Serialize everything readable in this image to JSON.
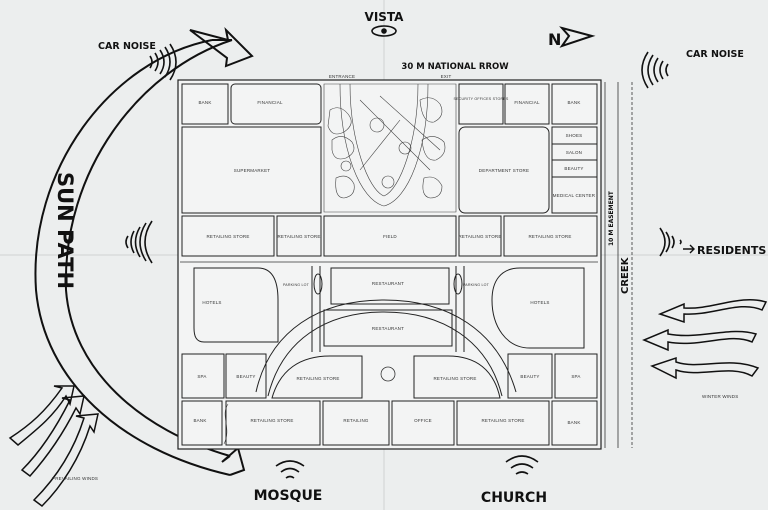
{
  "labels": {
    "vista": "VISTA",
    "north": "N",
    "car_noise_left": "CAR NOISE",
    "car_noise_right": "CAR NOISE",
    "road_north": "30 M NATIONAL RROW",
    "road_east": "10 M EASEMENT",
    "creek": "CREEK",
    "sun_path": "SUN PATH",
    "residents": "RESIDENTS",
    "mosque": "MOSQUE",
    "church": "CHURCH",
    "prevailing_winds": "PREVAILING WINDS",
    "winter_winds": "WINTER WINDS",
    "entrance": "ENTRANCE",
    "exit": "EXIT"
  },
  "blocks": {
    "bank_nw": "BANK",
    "financial_nw": "FINANCIAL",
    "supermarket": "SUPERMARKET",
    "retailing_w": "RETAILING STORE",
    "retailing_w2": "RETAILING STORE",
    "field": "FIELD",
    "security": "SECURITY OFFICES STORES",
    "financial_ne": "FINANCIAL",
    "bank_ne": "BANK",
    "dept_store": "DEPARTMENT STORE",
    "shoes": "SHOES",
    "salon": "SALON",
    "beauty_ne": "BEAUTY",
    "medical": "MEDICAL CENTER",
    "retailing_e": "RETAILING STORE",
    "retailing_e2": "RETAILING STORE",
    "hotels_w": "HOTELS",
    "parking_w": "PARKING LOT",
    "restaurant_1": "RESTAURANT",
    "restaurant_2": "RESTAURANT",
    "parking_e": "PARKING LOT",
    "hotels_e": "HOTELS",
    "spa_w": "SPA",
    "beauty_w": "BEAUTY",
    "retailing_s1": "RETAILING STORE",
    "retailing_s2": "RETAILING STORE",
    "beauty_e": "BEAUTY",
    "spa_e": "SPA",
    "bank_sw": "BANK",
    "retailing_sw": "RETAILING STORE",
    "retailing_sm": "RETAILING",
    "office": "OFFICE",
    "retailing_se": "RETAILING STORE",
    "bank_se": "BANK"
  }
}
